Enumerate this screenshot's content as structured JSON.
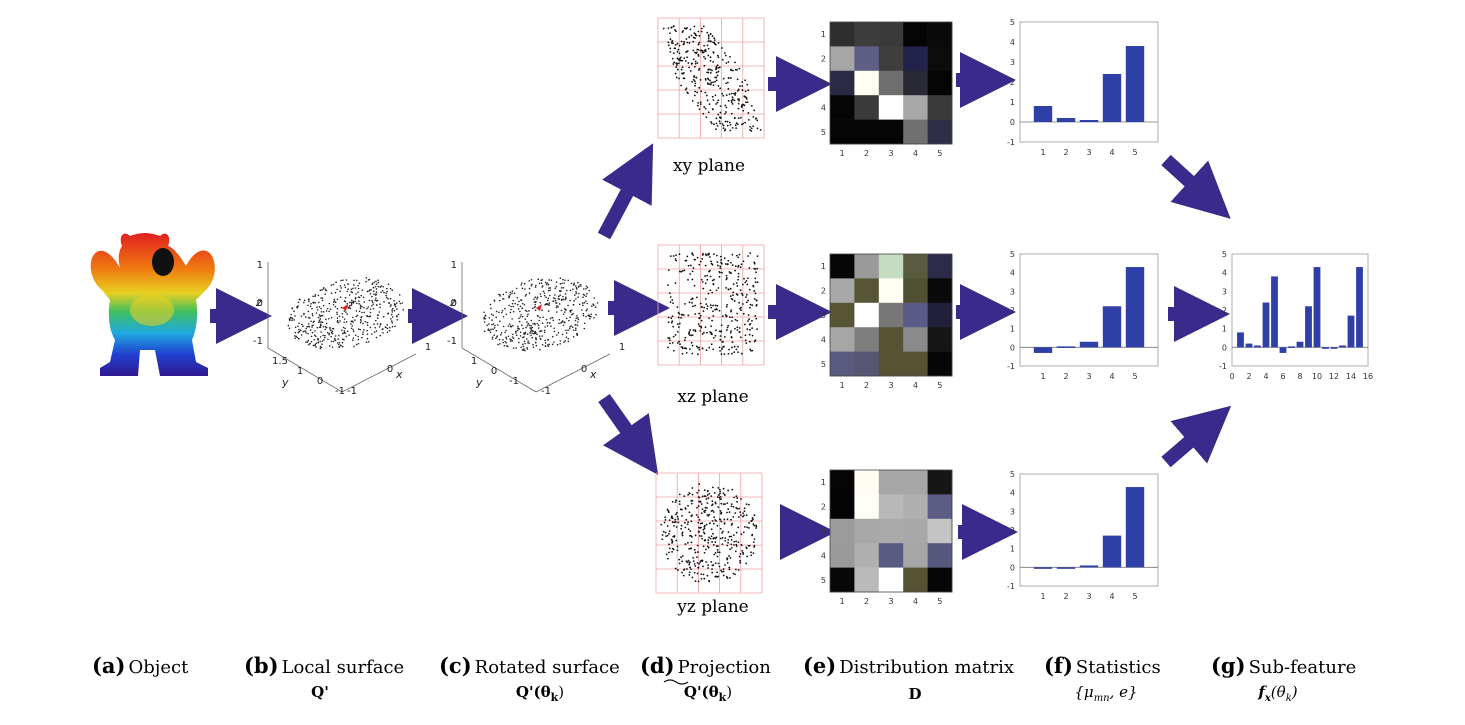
{
  "arrow_color": "#3a2a8c",
  "bar_color": "#2f3fa8",
  "axis_tick_labels": {
    "stat_y": [
      "5",
      "4",
      "3",
      "2",
      "1",
      "0",
      "-1"
    ],
    "stat_x": [
      "1",
      "2",
      "3",
      "4",
      "5"
    ],
    "combined_x": [
      "0",
      "2",
      "4",
      "6",
      "8",
      "10",
      "12",
      "14",
      "16"
    ],
    "matrix_ticks": [
      "1",
      "2",
      "3",
      "4",
      "5"
    ],
    "plot3d": {
      "z": [
        "1",
        "0",
        "-1"
      ],
      "y_b": [
        "1.5",
        "1",
        "0",
        "-1"
      ],
      "y_c": [
        "1",
        "0",
        "-1"
      ],
      "x": [
        "-1",
        "0",
        "1"
      ],
      "z_label": "z",
      "y_label": "y",
      "x_label": "x"
    }
  },
  "planes": {
    "xy": "xy plane",
    "xz": "xz plane",
    "yz": "yz plane"
  },
  "captions": {
    "a": {
      "letter": "(a)",
      "text": "Object"
    },
    "b": {
      "letter": "(b)",
      "text": "Local surface",
      "math": "Q'"
    },
    "c": {
      "letter": "(c)",
      "text": "Rotated surface",
      "math": "Q'(θ",
      "sub": "k",
      "close": ")"
    },
    "d": {
      "letter": "(d)",
      "text": "Projection",
      "math": "Q'(θ",
      "sub": "k",
      "close": ")"
    },
    "e": {
      "letter": "(e)",
      "text": "Distribution matrix",
      "math": "D"
    },
    "f": {
      "letter": "(f)",
      "text": "Statistics",
      "math": "{μ",
      "sub": "mn",
      "close": ", e}"
    },
    "g": {
      "letter": "(g)",
      "text": "Sub-feature",
      "math": "f",
      "sub": "x",
      "close": "(θ",
      "sub2": "k",
      "close2": ")"
    }
  },
  "matrices": {
    "xy": [
      [
        "#2e2e2e",
        "#3c3c3c",
        "#3a3a3a",
        "#050505",
        "#0a0a0a"
      ],
      [
        "#a6a6a6",
        "#5e5e86",
        "#3e3e3e",
        "#22224a",
        "#0c0c0c"
      ],
      [
        "#2a2a44",
        "#fffef2",
        "#6e6e6e",
        "#2a2a36",
        "#050505"
      ],
      [
        "#050505",
        "#3a3a3a",
        "#ffffff",
        "#a8a8a8",
        "#3a3a3a"
      ],
      [
        "#050505",
        "#050505",
        "#050505",
        "#707070",
        "#2e2e48"
      ]
    ],
    "xz": [
      [
        "#060606",
        "#9a9a9a",
        "#c4dcc0",
        "#5a5a3e",
        "#2c2c4a"
      ],
      [
        "#a8a8a8",
        "#565636",
        "#fffff4",
        "#505032",
        "#0a0a0a"
      ],
      [
        "#565636",
        "#ffffff",
        "#777777",
        "#5a5a86",
        "#20203a"
      ],
      [
        "#a6a6a6",
        "#7e7e7e",
        "#545434",
        "#8a8a8a",
        "#161616"
      ],
      [
        "#5a5a7e",
        "#565672",
        "#545434",
        "#545434",
        "#060606"
      ]
    ],
    "yz": [
      [
        "#050505",
        "#fffcf4",
        "#a6a6a6",
        "#a6a6a6",
        "#161616"
      ],
      [
        "#040404",
        "#fffef6",
        "#b8b8b8",
        "#b0b0b0",
        "#5c5c84"
      ],
      [
        "#9c9c9c",
        "#a8a8a8",
        "#aaaaaa",
        "#a8a8a8",
        "#c4c4c4"
      ],
      [
        "#9a9a9a",
        "#b0b0b0",
        "#5a5a82",
        "#a6a6a6",
        "#58587e"
      ],
      [
        "#080808",
        "#bababa",
        "#ffffff",
        "#545434",
        "#060606"
      ]
    ]
  },
  "chart_data": [
    {
      "type": "bar",
      "categories": [
        "1",
        "2",
        "3",
        "4",
        "5"
      ],
      "values": [
        0.8,
        0.2,
        0.1,
        2.4,
        3.8
      ],
      "ylim": [
        -1,
        5
      ],
      "title": "",
      "xlabel": "",
      "ylabel": ""
    },
    {
      "type": "bar",
      "categories": [
        "1",
        "2",
        "3",
        "4",
        "5"
      ],
      "values": [
        -0.3,
        0.05,
        0.3,
        2.2,
        4.3
      ],
      "ylim": [
        -1,
        5
      ],
      "title": "",
      "xlabel": "",
      "ylabel": ""
    },
    {
      "type": "bar",
      "categories": [
        "1",
        "2",
        "3",
        "4",
        "5"
      ],
      "values": [
        -0.05,
        -0.05,
        0.1,
        1.7,
        4.3
      ],
      "ylim": [
        -1,
        5
      ],
      "title": "",
      "xlabel": "",
      "ylabel": ""
    },
    {
      "type": "bar",
      "x": [
        1,
        2,
        3,
        4,
        5,
        6,
        7,
        8,
        9,
        10,
        11,
        12,
        13,
        14,
        15
      ],
      "values": [
        0.8,
        0.2,
        0.1,
        2.4,
        3.8,
        -0.3,
        0.05,
        0.3,
        2.2,
        4.3,
        -0.05,
        -0.05,
        0.1,
        1.7,
        4.3
      ],
      "xlim": [
        0,
        16
      ],
      "ylim": [
        -1,
        5
      ],
      "title": "",
      "xlabel": "",
      "ylabel": ""
    }
  ]
}
